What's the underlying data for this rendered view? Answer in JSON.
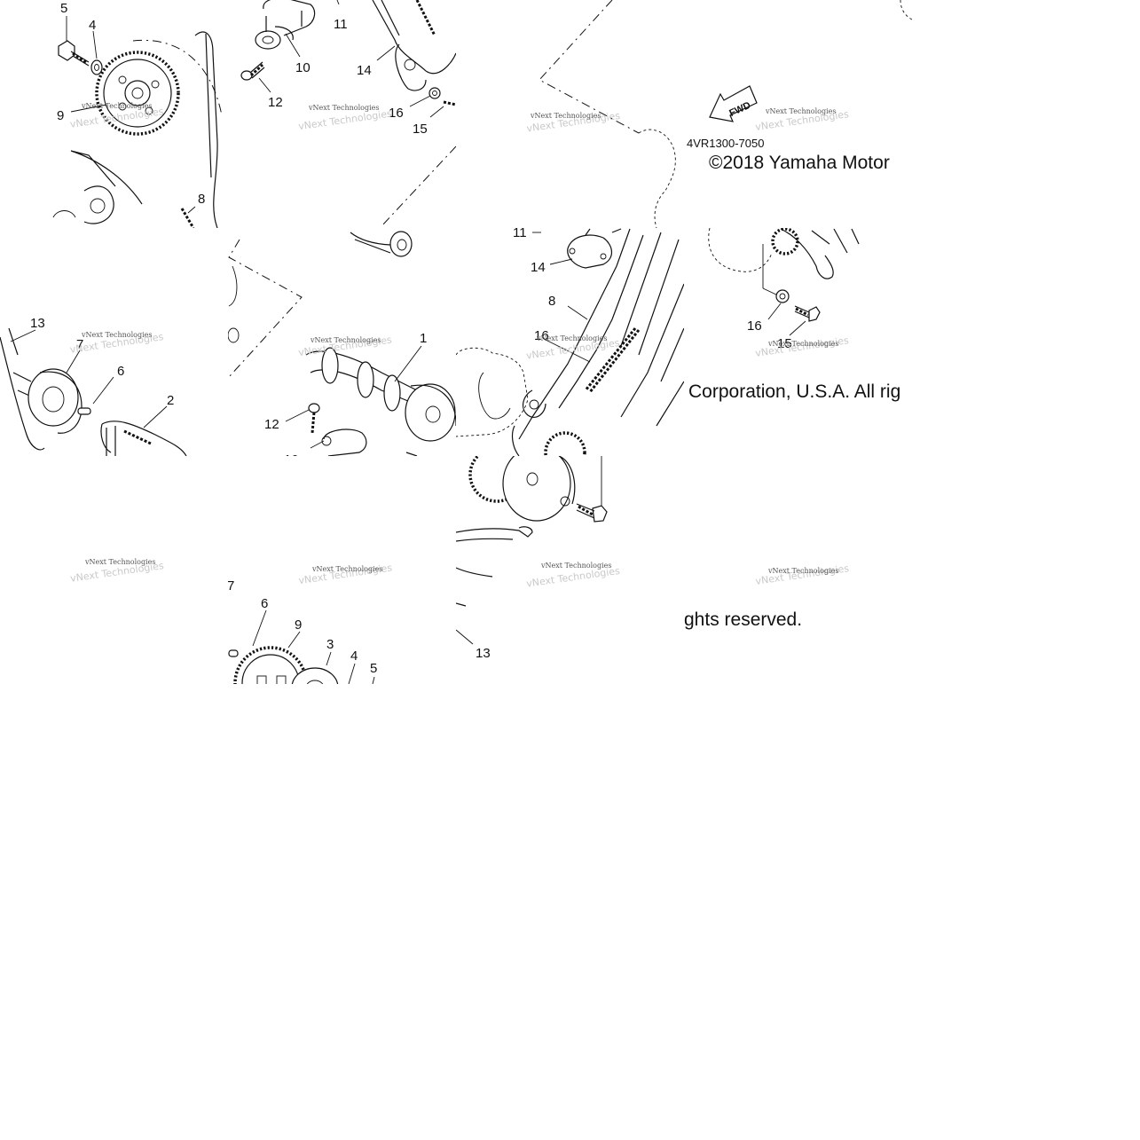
{
  "diagram": {
    "part_number": "4VR1300-7050",
    "copyright_segments": [
      "©2018 Yamaha Motor",
      "Corporation, U.S.A. All rig",
      "ghts reserved."
    ],
    "fwd_label": "FWD",
    "watermark": "vNext Technologies",
    "callouts": [
      {
        "id": "c5a",
        "label": "5"
      },
      {
        "id": "c4a",
        "label": "4"
      },
      {
        "id": "c9a",
        "label": "9"
      },
      {
        "id": "c8a",
        "label": "8"
      },
      {
        "id": "c11a",
        "label": "11"
      },
      {
        "id": "c10a",
        "label": "10"
      },
      {
        "id": "c12a",
        "label": "12"
      },
      {
        "id": "c14a",
        "label": "14"
      },
      {
        "id": "c16a",
        "label": "16"
      },
      {
        "id": "c15a",
        "label": "15"
      },
      {
        "id": "c13a",
        "label": "13"
      },
      {
        "id": "c7a",
        "label": "7"
      },
      {
        "id": "c6a",
        "label": "6"
      },
      {
        "id": "c2a",
        "label": "2"
      },
      {
        "id": "c1a",
        "label": "1"
      },
      {
        "id": "c12b",
        "label": "12"
      },
      {
        "id": "c10b",
        "label": "10"
      },
      {
        "id": "c11b",
        "label": "11"
      },
      {
        "id": "c14b",
        "label": "14"
      },
      {
        "id": "c8b",
        "label": "8"
      },
      {
        "id": "c16b",
        "label": "16"
      },
      {
        "id": "c15b",
        "label": "15"
      },
      {
        "id": "c7b",
        "label": "7"
      },
      {
        "id": "c6b",
        "label": "6"
      },
      {
        "id": "c9b",
        "label": "9"
      },
      {
        "id": "c3a",
        "label": "3"
      },
      {
        "id": "c4b",
        "label": "4"
      },
      {
        "id": "c5b",
        "label": "5"
      },
      {
        "id": "c13b",
        "label": "13"
      }
    ]
  }
}
